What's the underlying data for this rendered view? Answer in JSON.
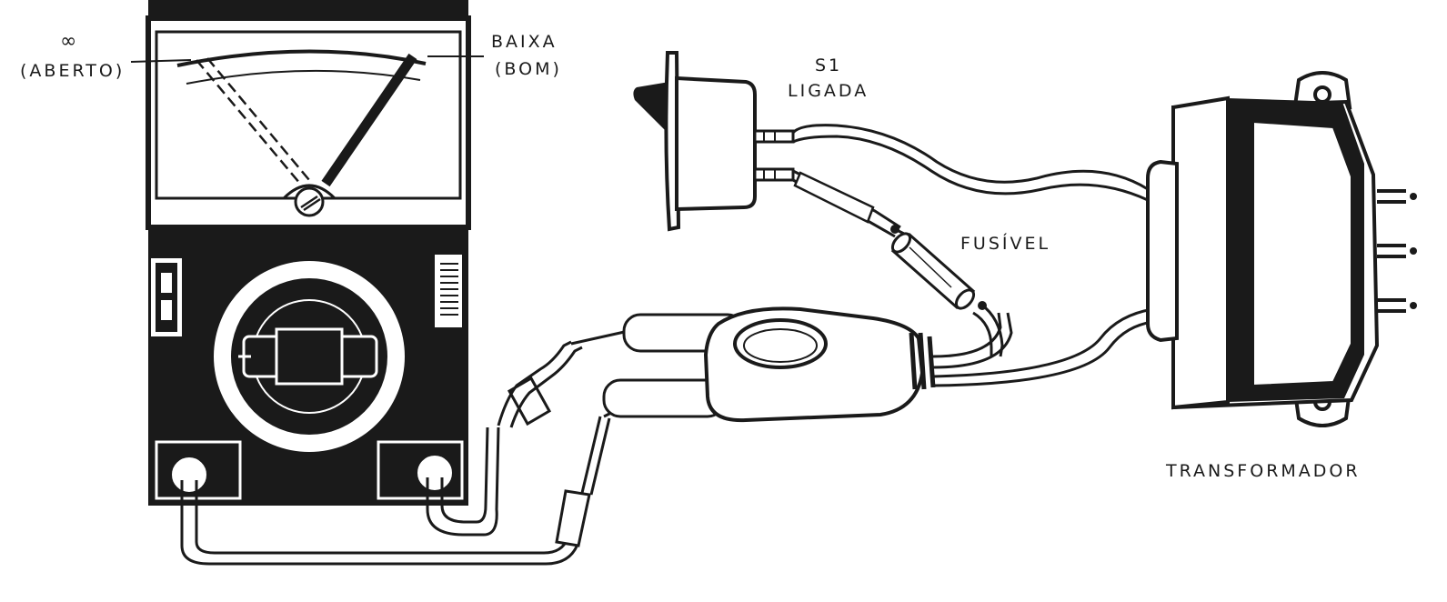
{
  "labels": {
    "infinity_symbol": "∞",
    "open_label": "(ABERTO)",
    "low_label": "BAIXA",
    "good_label": "(BOM)",
    "switch_name": "S1",
    "switch_state": "LIGADA",
    "fuse_label": "FUSÍVEL",
    "transformer_label": "TRANSFORMADOR"
  },
  "colors": {
    "ink": "#1a1a1a",
    "paper": "#ffffff"
  }
}
